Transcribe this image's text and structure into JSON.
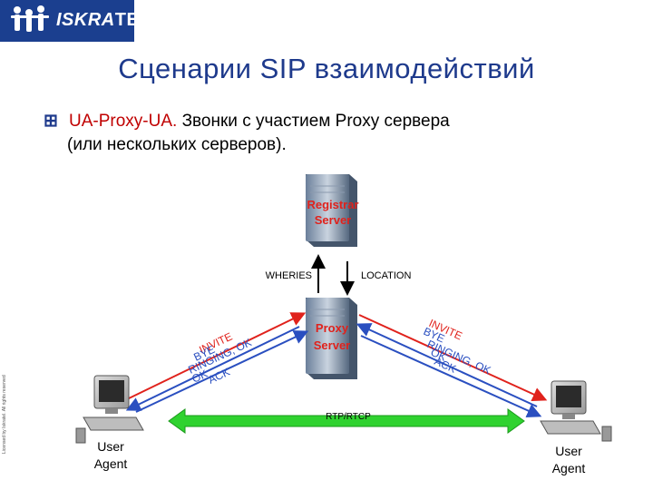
{
  "logo": {
    "brand": "ISKRA",
    "brand_suffix": "TEL"
  },
  "title": "Сценарии SIP взаимодействий",
  "bullet": {
    "highlight": "UA-Proxy-UA.",
    "text_line1": " Звонки с участием Proxy сервера",
    "text_line2": "(или нескольких серверов)."
  },
  "side_note": "Licensed by Iskratel. All rights reserved",
  "diagram": {
    "registrar": {
      "line1": "Registrar",
      "line2": "Server"
    },
    "proxy": {
      "line1": "Proxy",
      "line2": "Server"
    },
    "label_queries": "WHERIES",
    "label_location": "LOCATION",
    "rtp_label": "RTP/RTCP",
    "ua_left": {
      "line1": "User",
      "line2": "Agent"
    },
    "ua_right": {
      "line1": "User",
      "line2": "Agent"
    },
    "left_msgs": [
      "INVITE",
      "BYE",
      "RINGING, OK",
      "OK",
      "ACK"
    ],
    "right_msgs": [
      "INVITE",
      "BYE",
      "RINGING, OK",
      "OK",
      "ACK"
    ]
  },
  "colors": {
    "brand_blue": "#1b3f8f",
    "title_blue": "#1e3a8c",
    "highlight_red": "#c00000",
    "msg_red": "#e0221c",
    "msg_blue": "#2a4fc0",
    "rtp_green": "#2fd22f",
    "server_text": "#e0221c"
  }
}
